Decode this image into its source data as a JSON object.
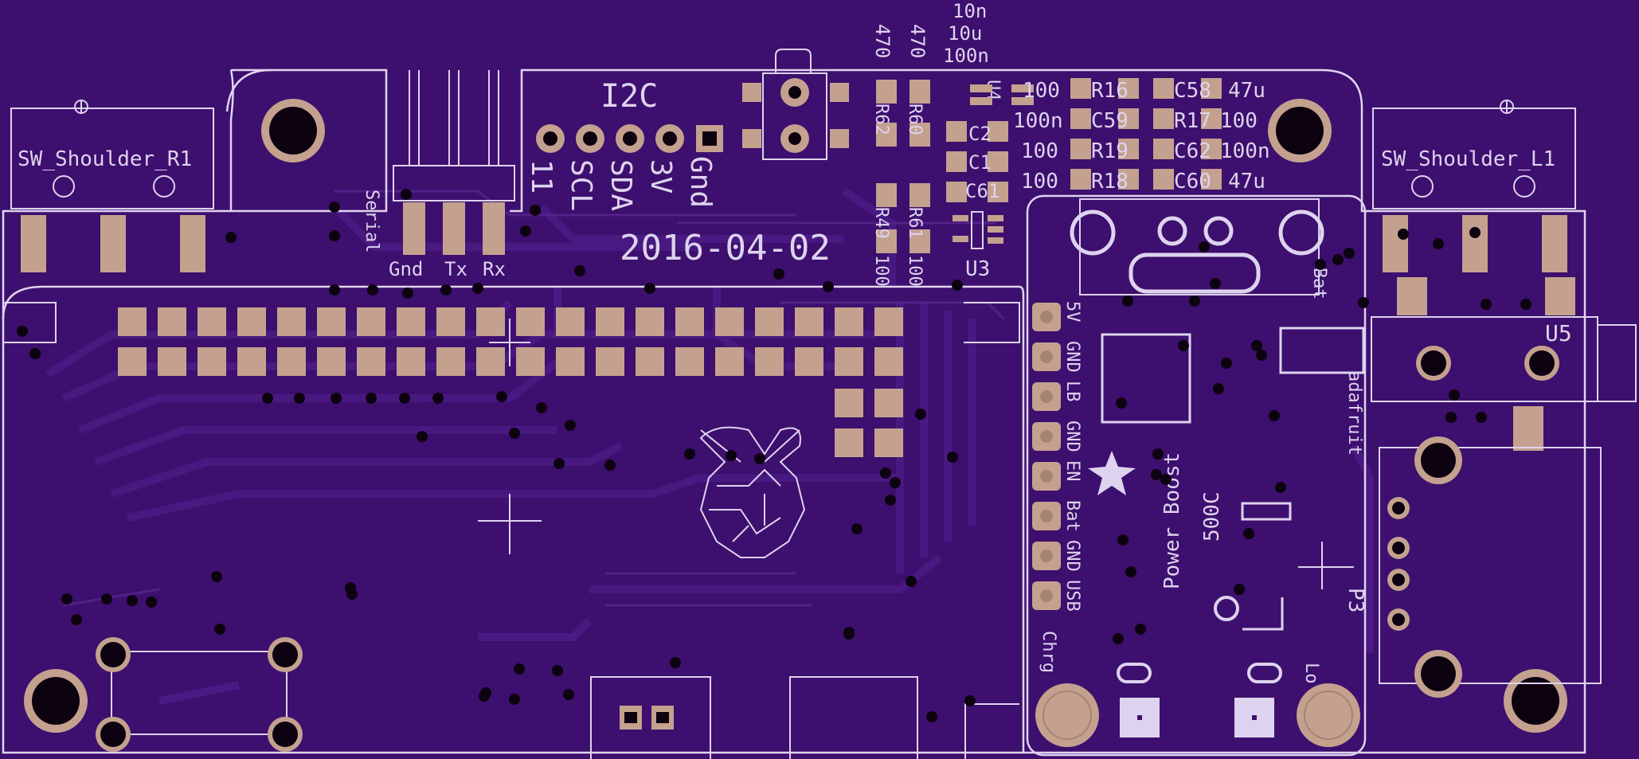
{
  "colors": {
    "board": "#3d0f6e",
    "trace": "#4a1a82",
    "trace_dark": "#33095c",
    "silk": "#ddd3ee",
    "pad": "#c4a18e",
    "drill": "#0d0210"
  },
  "labels": {
    "sw_r1": "SW_Shoulder_R1",
    "sw_l1": "SW_Shoulder_L1",
    "u5": "U5",
    "u4": "U4",
    "u3": "U3",
    "serial": "Serial",
    "gnd": "Gnd",
    "tx": "Tx",
    "rx": "Rx",
    "i2c": "I2C",
    "i2c_pins": [
      "11",
      "SCL",
      "SDA",
      "3V",
      "Gnd"
    ],
    "date": "2016-04-02",
    "p3": "P3",
    "top_cap_values": [
      "10n",
      "10u",
      "100n"
    ],
    "res_470_a": "470",
    "res_470_b": "470",
    "r62": "R62",
    "r60": "R60",
    "r49": "R49",
    "r61": "R61",
    "val_100_a": "100",
    "val_100_b": "100",
    "c2": "C2",
    "c1": "C1",
    "c61": "C61",
    "row1": {
      "left": "100",
      "ref1": "R16",
      "ref2": "C58",
      "right": "47u"
    },
    "row2": {
      "left": "100n",
      "ref1": "C59",
      "ref2": "R17",
      "right": "100"
    },
    "row3": {
      "left": "100",
      "ref1": "R19",
      "ref2": "C62",
      "right": "100n"
    },
    "row4": {
      "left": "100",
      "ref1": "R18",
      "ref2": "C60",
      "right": "47u"
    },
    "boost_pins": [
      "5V",
      "GND",
      "LB",
      "GND",
      "EN",
      "Bat",
      "GND",
      "USB"
    ],
    "chrg": "Chrg",
    "lo": "Lo",
    "bat_label": "Bat",
    "adafruit": "adafruit",
    "powerboost": "Power Boost",
    "model": "500C"
  }
}
